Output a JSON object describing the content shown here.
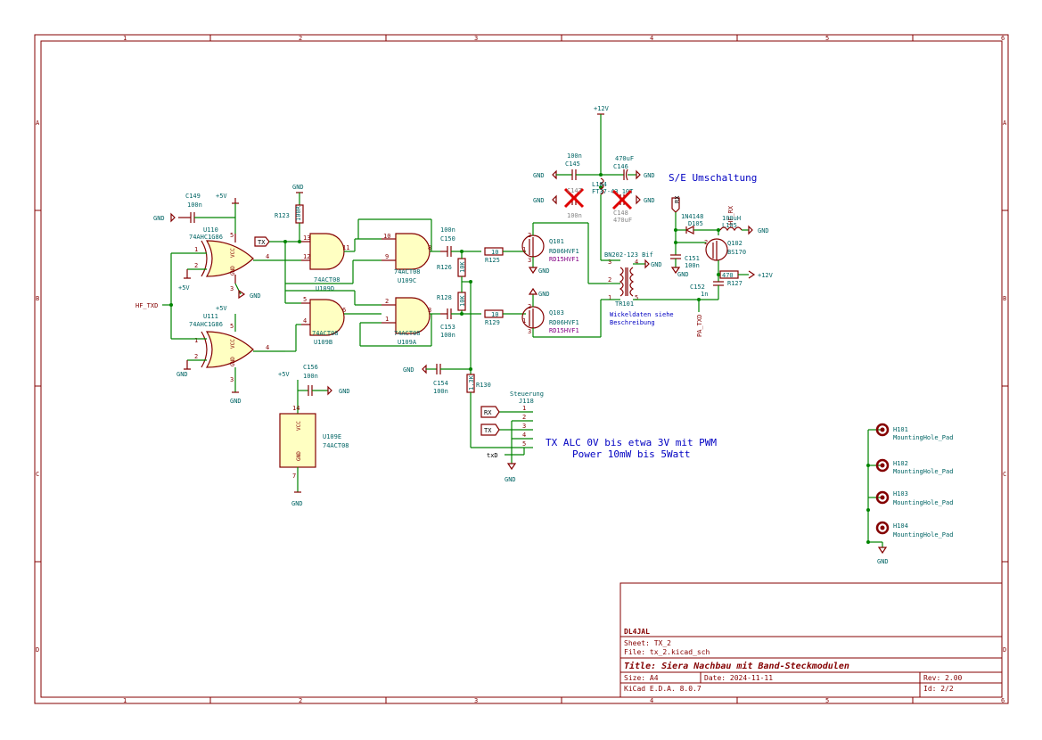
{
  "frame": {
    "col_markers": [
      "1",
      "2",
      "3",
      "4",
      "5",
      "6"
    ],
    "row_markers": [
      "A",
      "B",
      "C",
      "D"
    ]
  },
  "title_block": {
    "company": "DL4JAL",
    "sheet": "Sheet: TX_2",
    "file": "File: tx_2.kicad_sch",
    "title": "Title: Siera Nachbau mit Band-Steckmodulen",
    "size": "Size: A4",
    "date": "Date: 2024-11-11",
    "rev": "Rev: 2.00",
    "tool": "KiCad E.D.A. 8.0.7",
    "id": "Id: 2/2"
  },
  "notes": {
    "se_switch": "S/E Umschaltung",
    "alc_line1": "TX ALC 0V bis etwa 3V mit PWM",
    "alc_line2": "Power 10mW bis 5Watt",
    "winding_line1": "Wickeldaten siehe",
    "winding_line2": "Beschreibung"
  },
  "power": {
    "gnd": "GND",
    "p5v": "+5V",
    "p12v": "+12V"
  },
  "labels": {
    "hf_txd": "HF_TXD",
    "tx": "TX",
    "rx": "RX",
    "txd": "txD",
    "hf_rx": "HF_RX",
    "pa_txd": "PA_TXD",
    "steuerung": "Steuerung"
  },
  "components": {
    "c149": {
      "ref": "C149",
      "val": "100n"
    },
    "u110": {
      "ref": "U110",
      "val": "74AHC1G86"
    },
    "u111": {
      "ref": "U111",
      "val": "74AHC1G86"
    },
    "r123": {
      "ref": "R123",
      "val": "100R"
    },
    "u109d": {
      "ref": "U109D",
      "val": "74ACT08"
    },
    "u109c": {
      "ref": "U109C",
      "val": "74ACT08"
    },
    "u109b": {
      "ref": "U109B",
      "val": "74ACT08"
    },
    "u109a": {
      "ref": "U109A",
      "val": "74ACT08"
    },
    "u109e": {
      "ref": "U109E",
      "val": "74ACT08"
    },
    "c150": {
      "ref": "C150",
      "val": "100n"
    },
    "c153": {
      "ref": "C153",
      "val": "100n"
    },
    "c154": {
      "ref": "C154",
      "val": "100n"
    },
    "c156": {
      "ref": "C156",
      "val": "100n"
    },
    "r126": {
      "ref": "R126",
      "val": "10K"
    },
    "r128": {
      "ref": "R128",
      "val": "10K"
    },
    "r125": {
      "ref": "R125",
      "val": "10"
    },
    "r129": {
      "ref": "R129",
      "val": "10"
    },
    "r130": {
      "ref": "R130",
      "val": "1.3K"
    },
    "q101": {
      "ref": "Q101",
      "val": "RD06HVF1",
      "alt": "RD15HVF1"
    },
    "q103": {
      "ref": "Q103",
      "val": "RD06HVF1",
      "alt": "RD15HVF1"
    },
    "c145": {
      "ref": "C145",
      "val": "100n"
    },
    "c146": {
      "ref": "C146",
      "val": "470uF"
    },
    "c147": {
      "ref": "C147",
      "val": "100n"
    },
    "c148": {
      "ref": "C148",
      "val": "470uF"
    },
    "l104": {
      "ref": "L104",
      "val": "FT37-43 10T"
    },
    "tr101": {
      "ref": "TR101",
      "val": "BN202-123 Bif"
    },
    "d105": {
      "ref": "D105",
      "val": "1N4148"
    },
    "l105": {
      "ref": "L105",
      "val": "100uH"
    },
    "q102": {
      "ref": "Q102",
      "val": "BS170"
    },
    "c151": {
      "ref": "C151",
      "val": "100n"
    },
    "r127": {
      "ref": "R127",
      "val": "470"
    },
    "c152": {
      "ref": "C152",
      "val": "1n"
    },
    "j118": {
      "ref": "J118"
    }
  },
  "mounting_holes": [
    {
      "ref": "H101",
      "val": "MountingHole_Pad"
    },
    {
      "ref": "H102",
      "val": "MountingHole_Pad"
    },
    {
      "ref": "H103",
      "val": "MountingHole_Pad"
    },
    {
      "ref": "H104",
      "val": "MountingHole_Pad"
    }
  ],
  "pins": {
    "vcc": "VCC",
    "gnd": "GND",
    "j118_pins": [
      "1",
      "2",
      "3",
      "4",
      "5"
    ]
  }
}
